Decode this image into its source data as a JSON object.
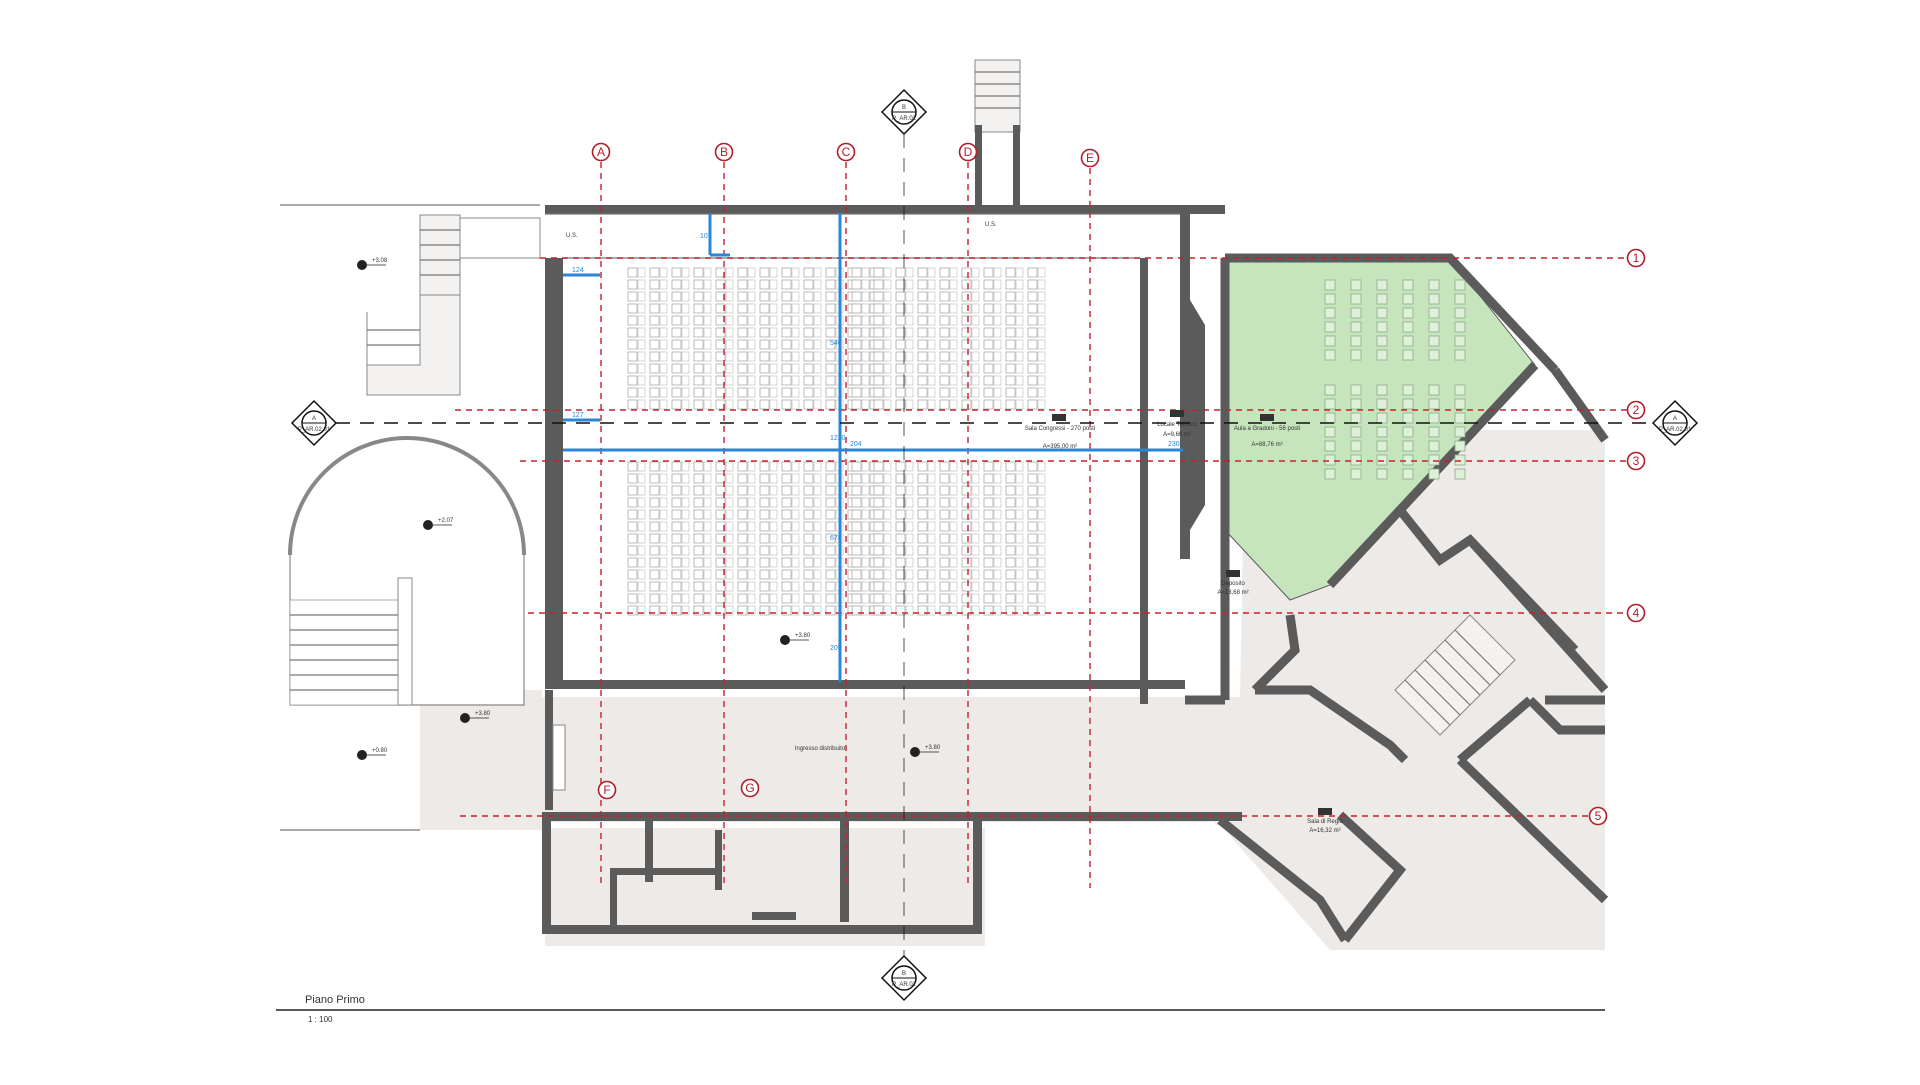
{
  "drawing": {
    "title": "Piano Primo",
    "scale": "1 : 100"
  },
  "grid_axes": {
    "letters": [
      "A",
      "B",
      "C",
      "D",
      "E",
      "F",
      "G"
    ],
    "numbers": [
      "1",
      "2",
      "3",
      "4",
      "5"
    ]
  },
  "section_marks": {
    "north": {
      "letter": "B",
      "ref": "P_AR.02"
    },
    "south": {
      "letter": "B",
      "ref": "P_AR.02"
    },
    "west": {
      "letter": "A",
      "ref": "P_AR.02.01"
    },
    "east": {
      "letter": "A",
      "ref": "P_AR.02.01"
    }
  },
  "labels": {
    "us_left": "U.S.",
    "us_right": "U.S."
  },
  "levels": {
    "stair_top": "+3.08",
    "terrace": "+2.07",
    "hall_left": "+3.80",
    "lower_left": "+0.80",
    "hall_center": "+3.80",
    "foyer": "+3.80"
  },
  "rooms": {
    "congress": {
      "name": "Sala Congressi - 270 posti",
      "area": "A=395,00 m²"
    },
    "technical": {
      "name": "Locale Tecnico",
      "area": "A=9,60 m²"
    },
    "classroom": {
      "name": "Aula a Gradoni - 56 posti",
      "area": "A=88,76 m²"
    },
    "storage": {
      "name": "Deposito",
      "area": "A=13,68 m²"
    },
    "foyer": {
      "name": "Ingresso distribuito"
    },
    "control": {
      "name": "Sala di Regia",
      "area": "A=16,32 m²"
    }
  },
  "dimensions": {
    "d1": "107",
    "d2": "124",
    "d3": "127",
    "d4": "540",
    "d5": "1220",
    "d6": "678",
    "d7": "209",
    "d8": "204",
    "d9": "230"
  },
  "colors": {
    "grid": "#c8202e",
    "wall": "#5b5b5b",
    "dimension": "#2a86d6",
    "highlight_room": "#c6e5bd",
    "paving": "#eeeae7"
  }
}
